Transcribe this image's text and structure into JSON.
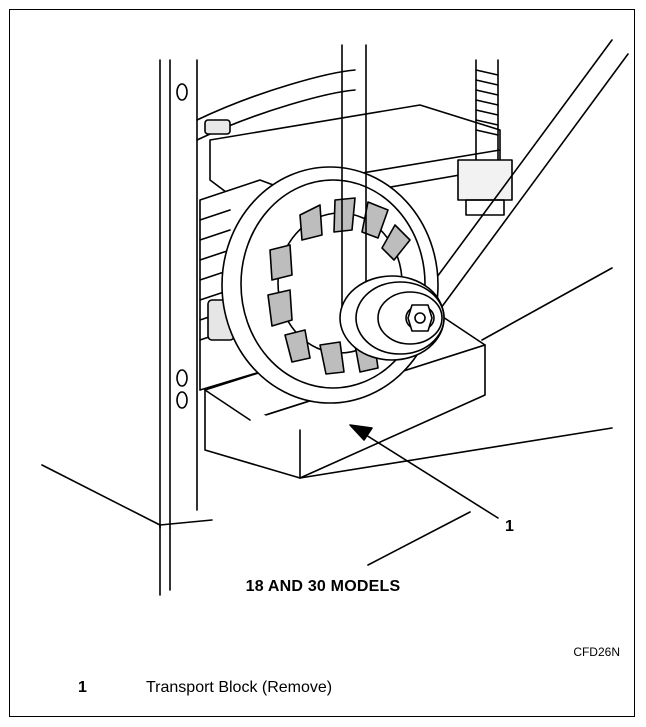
{
  "illustration": {
    "callout_number": "1",
    "caption": "18 AND 30 MODELS",
    "figure_code": "CFD26N"
  },
  "legend": [
    {
      "number": "1",
      "text": "Transport Block (Remove)"
    }
  ]
}
